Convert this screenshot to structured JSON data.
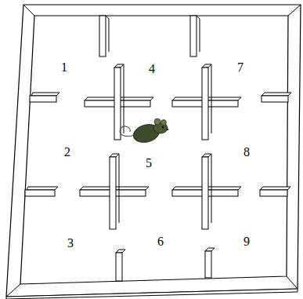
{
  "diagram": {
    "labels": [
      "1",
      "4",
      "7",
      "2",
      "5",
      "8",
      "3",
      "6",
      "9"
    ]
  }
}
